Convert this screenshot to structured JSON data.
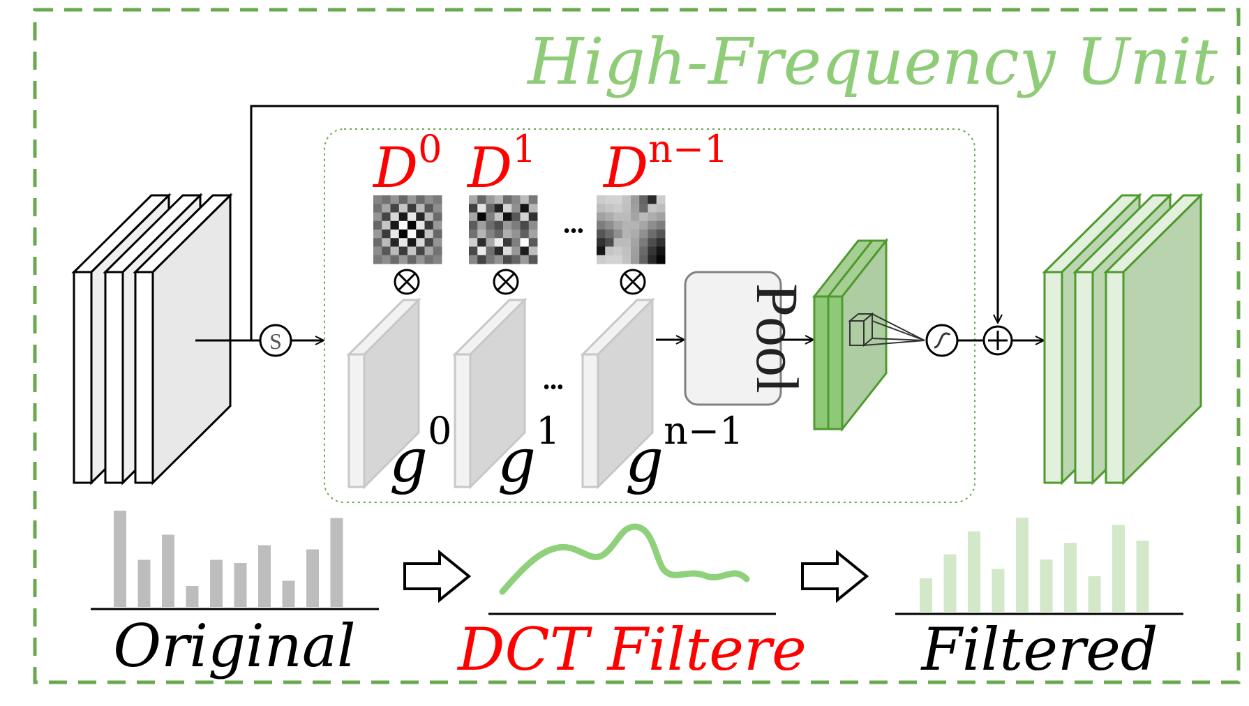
{
  "unit_title": "High-Frequency Unit",
  "dct_bases": [
    {
      "base": "D",
      "sup": "0"
    },
    {
      "base": "D",
      "sup": "1"
    },
    {
      "base": "D",
      "sup": "n−1"
    }
  ],
  "groups": [
    {
      "base": "g",
      "sup": "0"
    },
    {
      "base": "g",
      "sup": "1"
    },
    {
      "base": "g",
      "sup": "n−1"
    }
  ],
  "ellipsis": "•••",
  "pool_label": "Pool",
  "split_symbol": "S",
  "captions": {
    "original": "Original",
    "dct": "DCT Filtere",
    "filtered": "Filtered"
  },
  "colors": {
    "green_border": "#6aa84f",
    "green_title": "#8fcc77",
    "green_fill": "#a6cf94",
    "green_dark": "#4e9a2e",
    "red_text": "#ff0000",
    "gray_bar": "#bdbdbd",
    "light_green_bar": "#d2e8c9",
    "curve_green": "#8fd07a"
  },
  "bars": {
    "original": [
      0.92,
      0.45,
      0.69,
      0.2,
      0.45,
      0.42,
      0.59,
      0.25,
      0.55,
      0.85
    ],
    "filtered": [
      0.32,
      0.55,
      0.77,
      0.41,
      0.9,
      0.5,
      0.66,
      0.34,
      0.83,
      0.68
    ]
  }
}
